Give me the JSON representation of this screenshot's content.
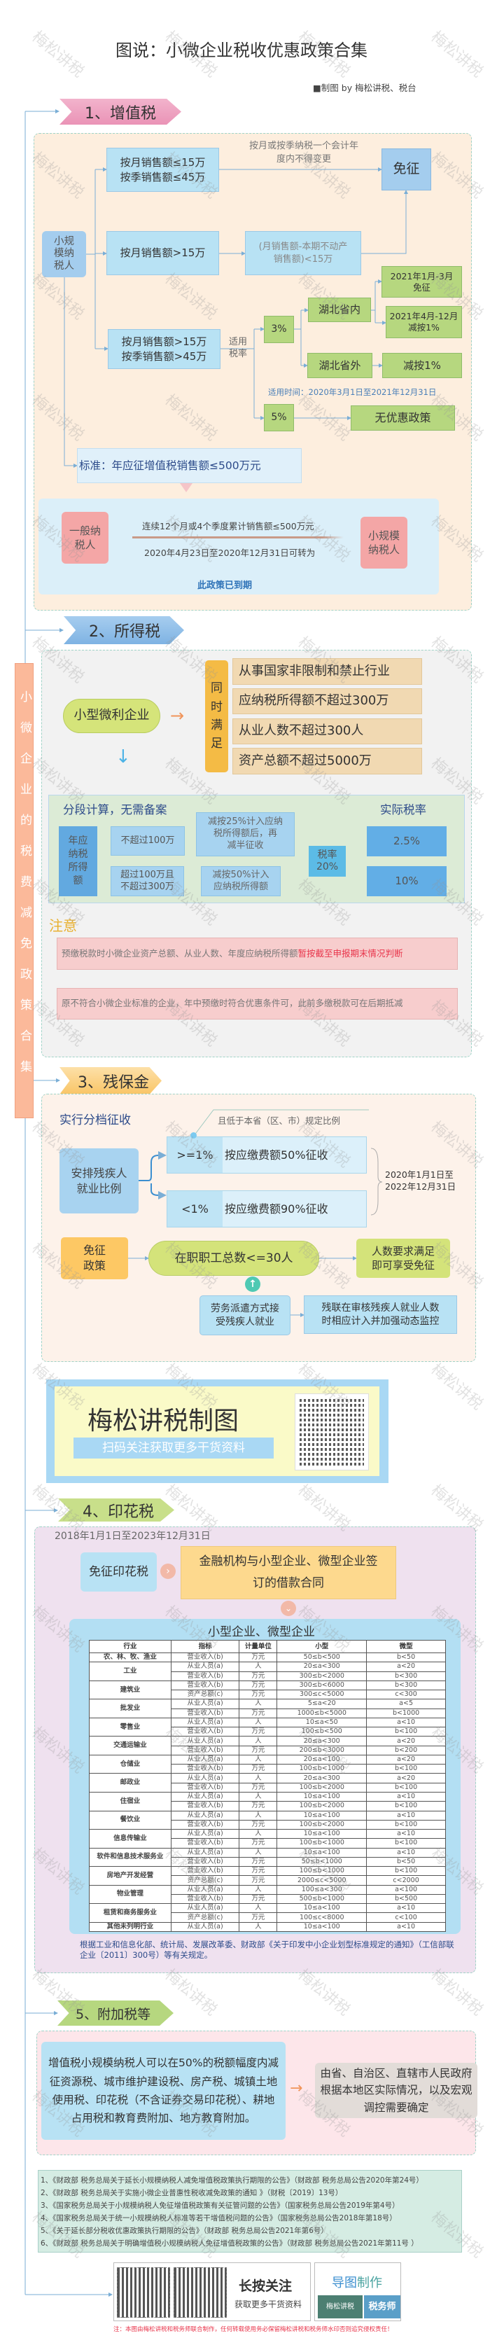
{
  "title": "图说：小微企业税收优惠政策合集",
  "credit": "■制图 by 梅松讲税、税台",
  "side_label": "小微企业的税费减免政策合集",
  "watermark": "梅松讲税",
  "colors": {
    "line": "#7aaed6",
    "accent_red": "#e8344a",
    "note_gold": "#e8b030"
  },
  "vat": {
    "banner": "1、增值税",
    "taxpayer": "小规\n模纳\n税人",
    "branch_a": "按月销售额≤15万\n按季销售额≤45万",
    "note_a": "按月或按季纳税一个会计年\n度内不得变更",
    "exempt": "免征",
    "branch_b": "按月销售额>15万",
    "branch_b_cond": "(月销售额-本期不动产\n销售额)<15万",
    "branch_c": "按月销售额>15万\n按季销售额>45万",
    "rate_label": "适用\n税率",
    "rate_3": "3%",
    "hubei_in": "湖北省内",
    "hubei_in_q1": "2021年1月-3月\n免征",
    "hubei_in_q2": "2021年4月-12月\n减按1%",
    "hubei_out": "湖北省外",
    "hubei_out_result": "减按1%",
    "period": "适用时间：2020年3月1日至2021年12月31日",
    "rate_5": "5%",
    "no_policy": "无优惠政策",
    "standard": "标准：年应征增值税销售额≤500万元",
    "general_taxpayer": "一般纳\n税人",
    "convert_top": "连续12个月或4个季度累计销售额≤500万元",
    "convert_bottom": "2020年4月23日至2020年12月31日可转为",
    "small_taxpayer": "小规模\n纳税人",
    "expired": "此政策已到期"
  },
  "income_tax": {
    "banner": "2、所得税",
    "enterprise": "小型微利企业",
    "simultaneous": "同\n时\n满\n足",
    "conditions": [
      "从事国家非限制和禁止行业",
      "应纳税所得额不超过300万",
      "从业人数不超过300人",
      "资产总额不超过5000万"
    ],
    "calc_heading": "分段计算，无需备案",
    "actual_rate_heading": "实际税率",
    "taxable_income": "年应\n纳税\n所得\n额",
    "tier1": "不超过100万",
    "tier1_rule": "减按25%计入应纳\n税所得额后，再\n减半征收",
    "tier2": "超过100万且\n不超过300万",
    "tier2_rule": "减按50%计入\n应纳税所得额",
    "rate": "税率\n20%",
    "actual_1": "2.5%",
    "actual_2": "10%",
    "notice_heading": "注意",
    "notice_1_a": "预缴税款时小微企业资产总额、从业人数、年度应纳税所得额",
    "notice_1_b": "暂按截至申报期末情况判断",
    "notice_2": "原不符合小微企业标准的企业，年中预缴时符合优惠条件可，此前多缴税款可在后期抵减"
  },
  "disability_fund": {
    "banner": "3、残保金",
    "heading": "实行分档征收",
    "callout": "且低于本省（区、市）规定比例",
    "ratio_label": "安排残疾人\n就业比例",
    "tier_high": ">=1%",
    "tier_high_rule": "按应缴费额50%征收",
    "tier_low": "<1%",
    "tier_low_rule": "按应缴费额90%征收",
    "period": "2020年1月1日至\n2022年12月31日",
    "exempt_label": "免征\n政策",
    "exempt_cond": "在职职工总数<=30人",
    "exempt_result": "人数要求满足\n即可享受免征",
    "dispatch": "劳务派遣方式接\n受残疾人就业",
    "dispatch_rule": "残联在审核残疾人就业人数\n时相应计入并加强动态监控"
  },
  "promo": {
    "title": "梅松讲税制图",
    "subtitle": "扫码关注获取更多干货资料"
  },
  "stamp_tax": {
    "banner": "4、印花税",
    "period": "2018年1月1日至2023年12月31日",
    "exempt": "免征印花税",
    "scope": "金融机构与小型企业、微型企业签\n订的借款合同",
    "table_title": "小型企业、微型企业",
    "table": {
      "headers": [
        "行业",
        "指标",
        "计量单位",
        "小型",
        "微型"
      ],
      "groups": [
        {
          "industry": "农、林、牧、渔业",
          "rows": [
            [
              "营业收入(b)",
              "万元",
              "50≤b<500",
              "b<50"
            ]
          ]
        },
        {
          "industry": "工业",
          "rows": [
            [
              "从业人员(a)",
              "人",
              "20≤a<300",
              "a<20"
            ],
            [
              "营业收入(b)",
              "万元",
              "300≤b<2000",
              "b<300"
            ]
          ]
        },
        {
          "industry": "建筑业",
          "rows": [
            [
              "营业收入(b)",
              "万元",
              "300≤b<6000",
              "b<300"
            ],
            [
              "资产总额(c)",
              "万元",
              "300≤c<5000",
              "c<300"
            ]
          ]
        },
        {
          "industry": "批发业",
          "rows": [
            [
              "从业人员(a)",
              "人",
              "5≤a<20",
              "a<5"
            ],
            [
              "营业收入(b)",
              "万元",
              "1000≤b<5000",
              "b<1000"
            ]
          ]
        },
        {
          "industry": "零售业",
          "rows": [
            [
              "从业人员(a)",
              "人",
              "10≤a<50",
              "a<10"
            ],
            [
              "营业收入(b)",
              "万元",
              "100≤b<500",
              "b<100"
            ]
          ]
        },
        {
          "industry": "交通运输业",
          "rows": [
            [
              "从业人员(a)",
              "人",
              "20≤a<300",
              "a<20"
            ],
            [
              "营业收入(b)",
              "万元",
              "200≤b<3000",
              "b<200"
            ]
          ]
        },
        {
          "industry": "仓储业",
          "rows": [
            [
              "从业人员(a)",
              "人",
              "20≤a<100",
              "a<20"
            ],
            [
              "营业收入(b)",
              "万元",
              "100≤b<1000",
              "b<100"
            ]
          ]
        },
        {
          "industry": "邮政业",
          "rows": [
            [
              "从业人员(a)",
              "人",
              "20≤a<300",
              "a<20"
            ],
            [
              "营业收入(b)",
              "万元",
              "100≤b<2000",
              "b<100"
            ]
          ]
        },
        {
          "industry": "住宿业",
          "rows": [
            [
              "从业人员(a)",
              "人",
              "10≤a<100",
              "a<10"
            ],
            [
              "营业收入(b)",
              "万元",
              "100≤b<2000",
              "b<100"
            ]
          ]
        },
        {
          "industry": "餐饮业",
          "rows": [
            [
              "从业人员(a)",
              "人",
              "10≤a<100",
              "a<10"
            ],
            [
              "营业收入(b)",
              "万元",
              "100≤b<2000",
              "b<100"
            ]
          ]
        },
        {
          "industry": "信息传输业",
          "rows": [
            [
              "从业人员(a)",
              "人",
              "10≤a<100",
              "a<10"
            ],
            [
              "营业收入(b)",
              "万元",
              "100≤b<1000",
              "b<100"
            ]
          ]
        },
        {
          "industry": "软件和信息技术服务业",
          "rows": [
            [
              "从业人员(a)",
              "人",
              "10≤a<100",
              "a<10"
            ],
            [
              "营业收入(b)",
              "万元",
              "50≤b<1000",
              "b<50"
            ]
          ]
        },
        {
          "industry": "房地产开发经营",
          "rows": [
            [
              "营业收入(b)",
              "万元",
              "100≤b<1000",
              "b<100"
            ],
            [
              "资产总额(c)",
              "万元",
              "2000≤c<5000",
              "c<2000"
            ]
          ]
        },
        {
          "industry": "物业管理",
          "rows": [
            [
              "从业人员(a)",
              "人",
              "100≤a<300",
              "a<100"
            ],
            [
              "营业收入(b)",
              "万元",
              "500≤b<1000",
              "b<500"
            ]
          ]
        },
        {
          "industry": "租赁和商务服务业",
          "rows": [
            [
              "从业人员(a)",
              "人",
              "10≤a<100",
              "a<10"
            ],
            [
              "资产总额(c)",
              "万元",
              "100≤c<8000",
              "c<100"
            ]
          ]
        },
        {
          "industry": "其他未列明行业",
          "rows": [
            [
              "从业人员(a)",
              "人",
              "10≤a<100",
              "a<10"
            ]
          ]
        }
      ]
    },
    "source_note": "根据工业和信息化部、统计局、发展改革委、财政部《关于印发中小企业划型标准规定的通知》（工信部联企业〔2011〕300号）等有关规定。"
  },
  "surtax": {
    "banner": "5、附加税等",
    "policy": "增值税小规模纳税人可以在50%的税额幅度内减征资源税、城市维护建设税、房产税、城镇土地使用税、印花税（不含证券交易印花税）、耕地占用税和教育费附加、地方教育附加。",
    "authority": "由省、自治区、直辖市人民政府根据本地区实际情况，以及宏观调控需要确定"
  },
  "references": [
    "1、《财政部 税务总局关于延长小规模纳税人减免增值税政策执行期限的公告》（财政部 税务总局公告2020年第24号）",
    "2、《财政部 税务总局关于实施小微企业普惠性税收减免政策的通知 》（财税〔2019〕13号）",
    "3、《国家税务总局关于小规模纳税人免征增值税政策有关征管问题的公告》（国家税务总局公告2019年第4号）",
    "4、《国家税务总局关于统一小规模纳税人标准等若干增值税问题的公告》（国家税务总局公告2018年第18号）",
    "5、《关于延长部分税收优惠政策执行期限的公告》（财政部 税务总局公告2021年第6号）",
    "6、《财政部 税务总局关于明确增值税小规模纳税人免征增值税政策的公告》（财政部 税务总局公告2021年第11号 ）"
  ],
  "footer": {
    "follow": "长按关注",
    "follow_sub": "获取更多干货资料",
    "made_by_a": "导图",
    "made_by_b": "制作",
    "logo_1": "梅松讲税",
    "logo_2": "税务师",
    "disclaimer": "注：本图由梅松讲税和税务师联合制作，任何转载使用务必保留梅松讲税和税务师水印否则追究侵权责任！"
  }
}
